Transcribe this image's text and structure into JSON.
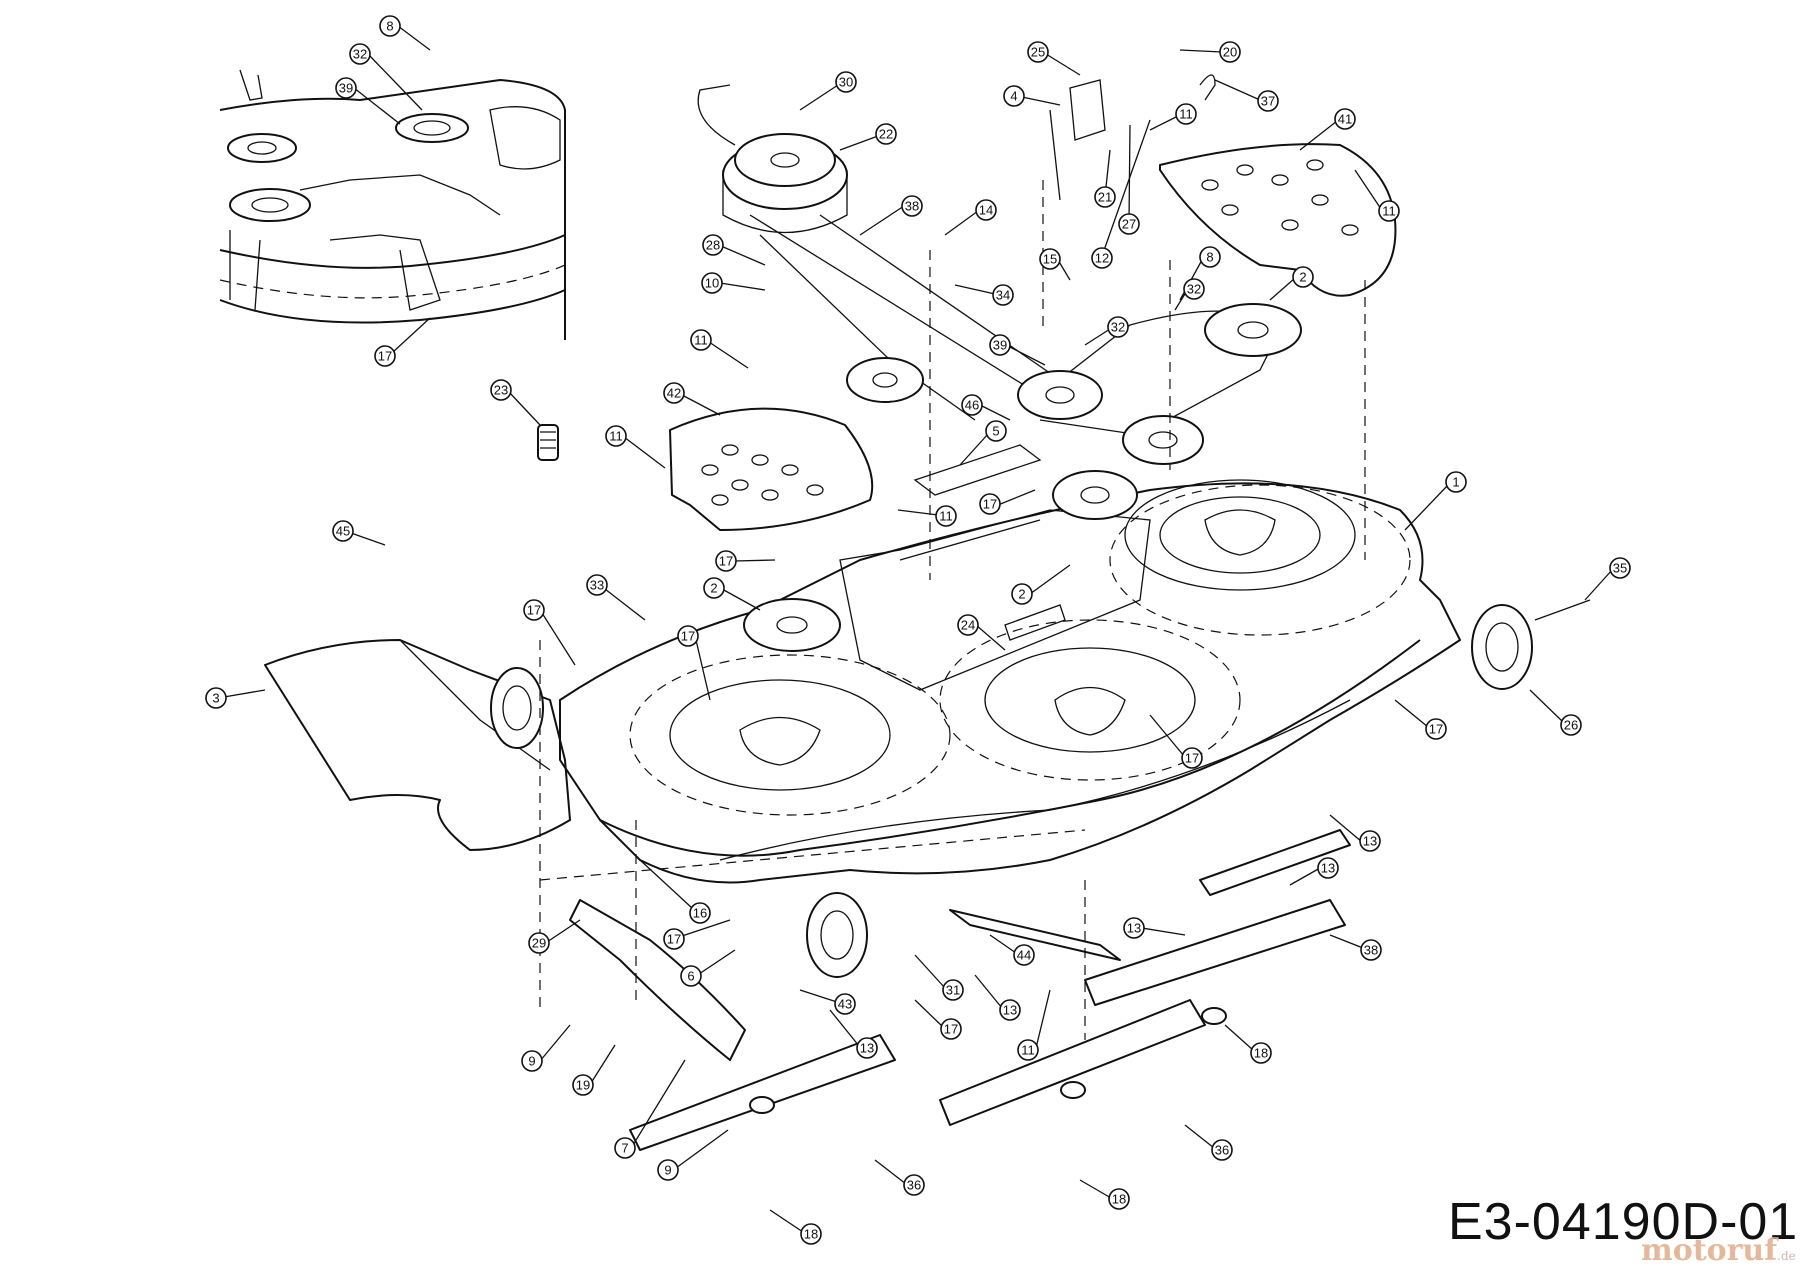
{
  "drawing_code": "E3-04190D-01",
  "watermark": {
    "name": "motoruf",
    "tld": ".de"
  },
  "callouts": [
    {
      "id": "c-8",
      "label": "8"
    },
    {
      "id": "c-32a",
      "label": "32"
    },
    {
      "id": "c-39a",
      "label": "39"
    },
    {
      "id": "c-17a",
      "label": "17"
    },
    {
      "id": "c-23",
      "label": "23"
    },
    {
      "id": "c-45",
      "label": "45"
    },
    {
      "id": "c-3",
      "label": "3"
    },
    {
      "id": "c-33",
      "label": "33"
    },
    {
      "id": "c-17b",
      "label": "17"
    },
    {
      "id": "c-17c",
      "label": "17"
    },
    {
      "id": "c-16",
      "label": "16"
    },
    {
      "id": "c-29",
      "label": "29"
    },
    {
      "id": "c-9a",
      "label": "9"
    },
    {
      "id": "c-19a",
      "label": "19"
    },
    {
      "id": "c-7",
      "label": "7"
    },
    {
      "id": "c-9b",
      "label": "9"
    },
    {
      "id": "c-30",
      "label": "30"
    },
    {
      "id": "c-22",
      "label": "22"
    },
    {
      "id": "c-38a",
      "label": "38"
    },
    {
      "id": "c-28",
      "label": "28"
    },
    {
      "id": "c-10",
      "label": "10"
    },
    {
      "id": "c-11a",
      "label": "11"
    },
    {
      "id": "c-42",
      "label": "42"
    },
    {
      "id": "c-11b",
      "label": "11"
    },
    {
      "id": "c-14",
      "label": "14"
    },
    {
      "id": "c-34",
      "label": "34"
    },
    {
      "id": "c-15",
      "label": "15"
    },
    {
      "id": "c-39b",
      "label": "39"
    },
    {
      "id": "c-32b",
      "label": "32"
    },
    {
      "id": "c-46",
      "label": "46"
    },
    {
      "id": "c-5",
      "label": "5"
    },
    {
      "id": "c-17d",
      "label": "17"
    },
    {
      "id": "c-11c",
      "label": "11"
    },
    {
      "id": "c-17e",
      "label": "17"
    },
    {
      "id": "c-2a",
      "label": "2"
    },
    {
      "id": "c-2b",
      "label": "2"
    },
    {
      "id": "c-24",
      "label": "24"
    },
    {
      "id": "c-4",
      "label": "4"
    },
    {
      "id": "c-25",
      "label": "25"
    },
    {
      "id": "c-20",
      "label": "20"
    },
    {
      "id": "c-37",
      "label": "37"
    },
    {
      "id": "c-11d",
      "label": "11"
    },
    {
      "id": "c-21",
      "label": "21"
    },
    {
      "id": "c-27",
      "label": "27"
    },
    {
      "id": "c-12",
      "label": "12"
    },
    {
      "id": "c-41",
      "label": "41"
    },
    {
      "id": "c-11e",
      "label": "11"
    },
    {
      "id": "c-8b",
      "label": "8"
    },
    {
      "id": "c-32c",
      "label": "32"
    },
    {
      "id": "c-2c",
      "label": "2"
    },
    {
      "id": "c-1",
      "label": "1"
    },
    {
      "id": "c-35",
      "label": "35"
    },
    {
      "id": "c-26",
      "label": "26"
    },
    {
      "id": "c-17f",
      "label": "17"
    },
    {
      "id": "c-17g",
      "label": "17"
    },
    {
      "id": "c-17h",
      "label": "17"
    },
    {
      "id": "c-6",
      "label": "6"
    },
    {
      "id": "c-43",
      "label": "43"
    },
    {
      "id": "c-13a",
      "label": "13"
    },
    {
      "id": "c-31",
      "label": "31"
    },
    {
      "id": "c-17i",
      "label": "17"
    },
    {
      "id": "c-13b",
      "label": "13"
    },
    {
      "id": "c-44",
      "label": "44"
    },
    {
      "id": "c-11f",
      "label": "11"
    },
    {
      "id": "c-13c",
      "label": "13"
    },
    {
      "id": "c-13d",
      "label": "13"
    },
    {
      "id": "c-13e",
      "label": "13"
    },
    {
      "id": "c-38b",
      "label": "38"
    },
    {
      "id": "c-18a",
      "label": "18"
    },
    {
      "id": "c-36a",
      "label": "36"
    },
    {
      "id": "c-18b",
      "label": "18"
    },
    {
      "id": "c-36b",
      "label": "36"
    },
    {
      "id": "c-18c",
      "label": "18"
    }
  ]
}
